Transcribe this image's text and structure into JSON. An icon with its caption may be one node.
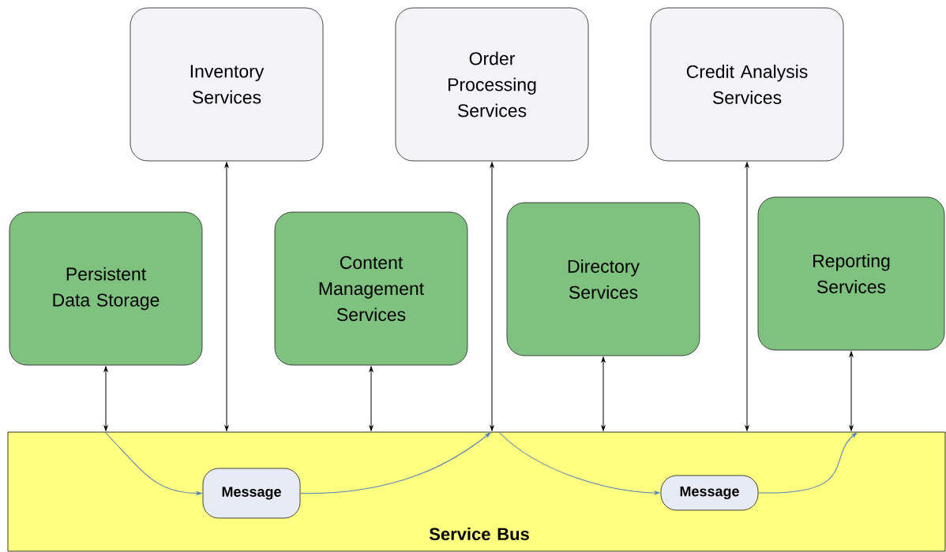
{
  "diagram": {
    "nodes": [
      {
        "text": [
          "Inventory Services"
        ]
      },
      {
        "text": [
          "Order Processing Services"
        ]
      },
      {
        "text": [
          "Credit Analysis Services"
        ]
      },
      {
        "text": [
          "Persistent Data Storage"
        ]
      },
      {
        "text": [
          "Content Management Services"
        ]
      },
      {
        "text": [
          "Directory Services"
        ]
      },
      {
        "text": [
          "Reporting Services"
        ]
      },
      {
        "text": [
          "Service Bus"
        ]
      },
      {
        "text": [
          "Message"
        ],
        "in": 7
      },
      {
        "text": [
          "Message"
        ],
        "in": 7
      }
    ],
    "edges": [
      {
        "from": 3,
        "to": 7,
        "arrow": "both"
      },
      {
        "from": 0,
        "to": 7,
        "arrow": "both"
      },
      {
        "from": 4,
        "to": 7,
        "arrow": "both"
      },
      {
        "from": 1,
        "to": 7,
        "arrow": "both"
      },
      {
        "from": 5,
        "to": 7,
        "arrow": "both"
      },
      {
        "from": 2,
        "to": 7,
        "arrow": "both"
      },
      {
        "from": 6,
        "to": 7,
        "arrow": "both"
      },
      {
        "from": 7,
        "to": 8,
        "arrow": "to",
        "color": "#4f81bd"
      },
      {
        "from": 8,
        "to": 7,
        "arrow": "to",
        "color": "#4f81bd"
      },
      {
        "from": 7,
        "to": 9,
        "arrow": "to",
        "color": "#4f81bd"
      },
      {
        "from": 9,
        "to": 7,
        "arrow": "to",
        "color": "#4f81bd"
      }
    ]
  }
}
